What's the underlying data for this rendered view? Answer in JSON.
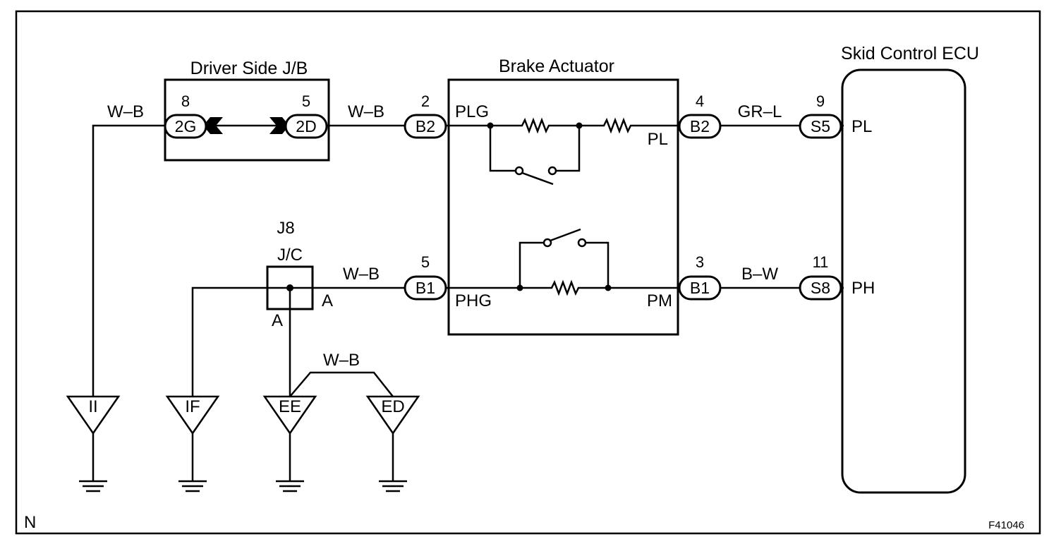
{
  "figure_id": "F41046",
  "corner_label": "N",
  "components": {
    "driver_jb": "Driver Side J/B",
    "brake_actuator": "Brake Actuator",
    "skid_ecu": "Skid Control ECU",
    "jc_id": "J8",
    "jc_name": "J/C"
  },
  "connectors": {
    "jb_left": {
      "code": "2G",
      "pin": "8"
    },
    "jb_right": {
      "code": "2D",
      "pin": "5"
    },
    "act_in_top": {
      "code": "B2",
      "pin": "2"
    },
    "act_in_bottom": {
      "code": "B1",
      "pin": "5"
    },
    "act_out_top": {
      "code": "B2",
      "pin": "4"
    },
    "act_out_bottom": {
      "code": "B1",
      "pin": "3"
    },
    "ecu_top": {
      "code": "S5",
      "pin": "9"
    },
    "ecu_bottom": {
      "code": "S8",
      "pin": "11"
    }
  },
  "terminals": {
    "plg": "PLG",
    "pl_out": "PL",
    "phg": "PHG",
    "pm": "PM",
    "ecu_pl": "PL",
    "ecu_ph": "PH",
    "jc_a_right": "A",
    "jc_a_bottom": "A"
  },
  "wires": {
    "jb_ground": "W–B",
    "jb_to_actuator": "W–B",
    "jc_to_actuator": "W–B",
    "pl_line": "GR–L",
    "ph_line": "B–W",
    "ground_link": "W–B"
  },
  "grounds": [
    "II",
    "IF",
    "EE",
    "ED"
  ]
}
